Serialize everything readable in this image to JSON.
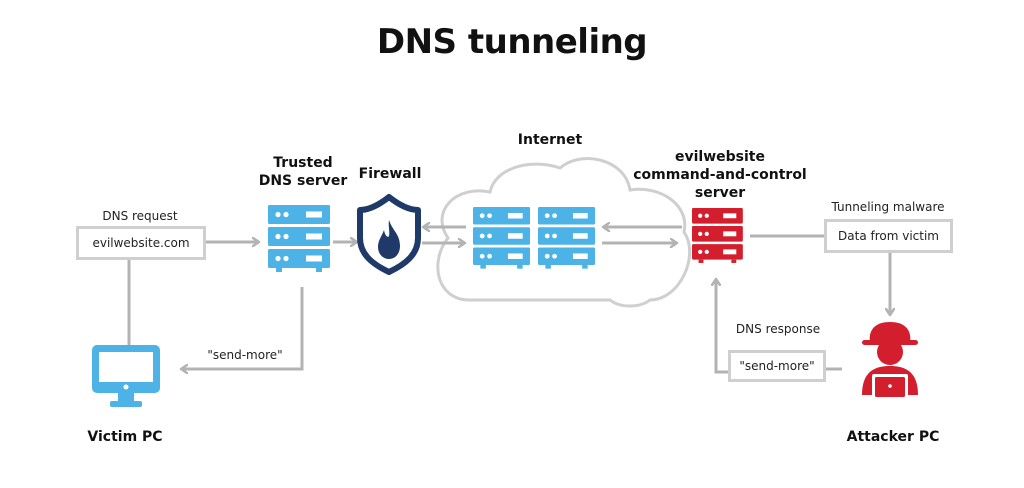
{
  "title": "DNS tunneling",
  "colors": {
    "blue": "#4db3e6",
    "red": "#d31f2d",
    "navy": "#1f3a68",
    "connector": "#b3b3b3",
    "cloud": "#cfcfcf",
    "box_border": "#cfcfcf"
  },
  "nodes": {
    "victim_pc": {
      "label": "Victim PC",
      "icon": "monitor-icon"
    },
    "trusted_dns": {
      "label_line1": "Trusted",
      "label_line2": "DNS server",
      "icon": "server-icon"
    },
    "firewall": {
      "label": "Firewall",
      "icon": "shield-flame-icon"
    },
    "internet": {
      "label": "Internet",
      "icon": "cloud-icon"
    },
    "c2_server": {
      "label_line1": "evilwebsite",
      "label_line2": "command-and-control",
      "label_line3": "server",
      "icon": "server-icon"
    },
    "attacker_pc": {
      "label": "Attacker PC",
      "icon": "hacker-icon"
    }
  },
  "messages": {
    "dns_request": {
      "caption": "DNS request",
      "content": "evilwebsite.com"
    },
    "victim_response": {
      "content": "\"send-more\""
    },
    "tunneling_malware": {
      "caption": "Tunneling malware",
      "content": "Data from victim"
    },
    "dns_response": {
      "caption": "DNS response",
      "content": "\"send-more\""
    }
  }
}
